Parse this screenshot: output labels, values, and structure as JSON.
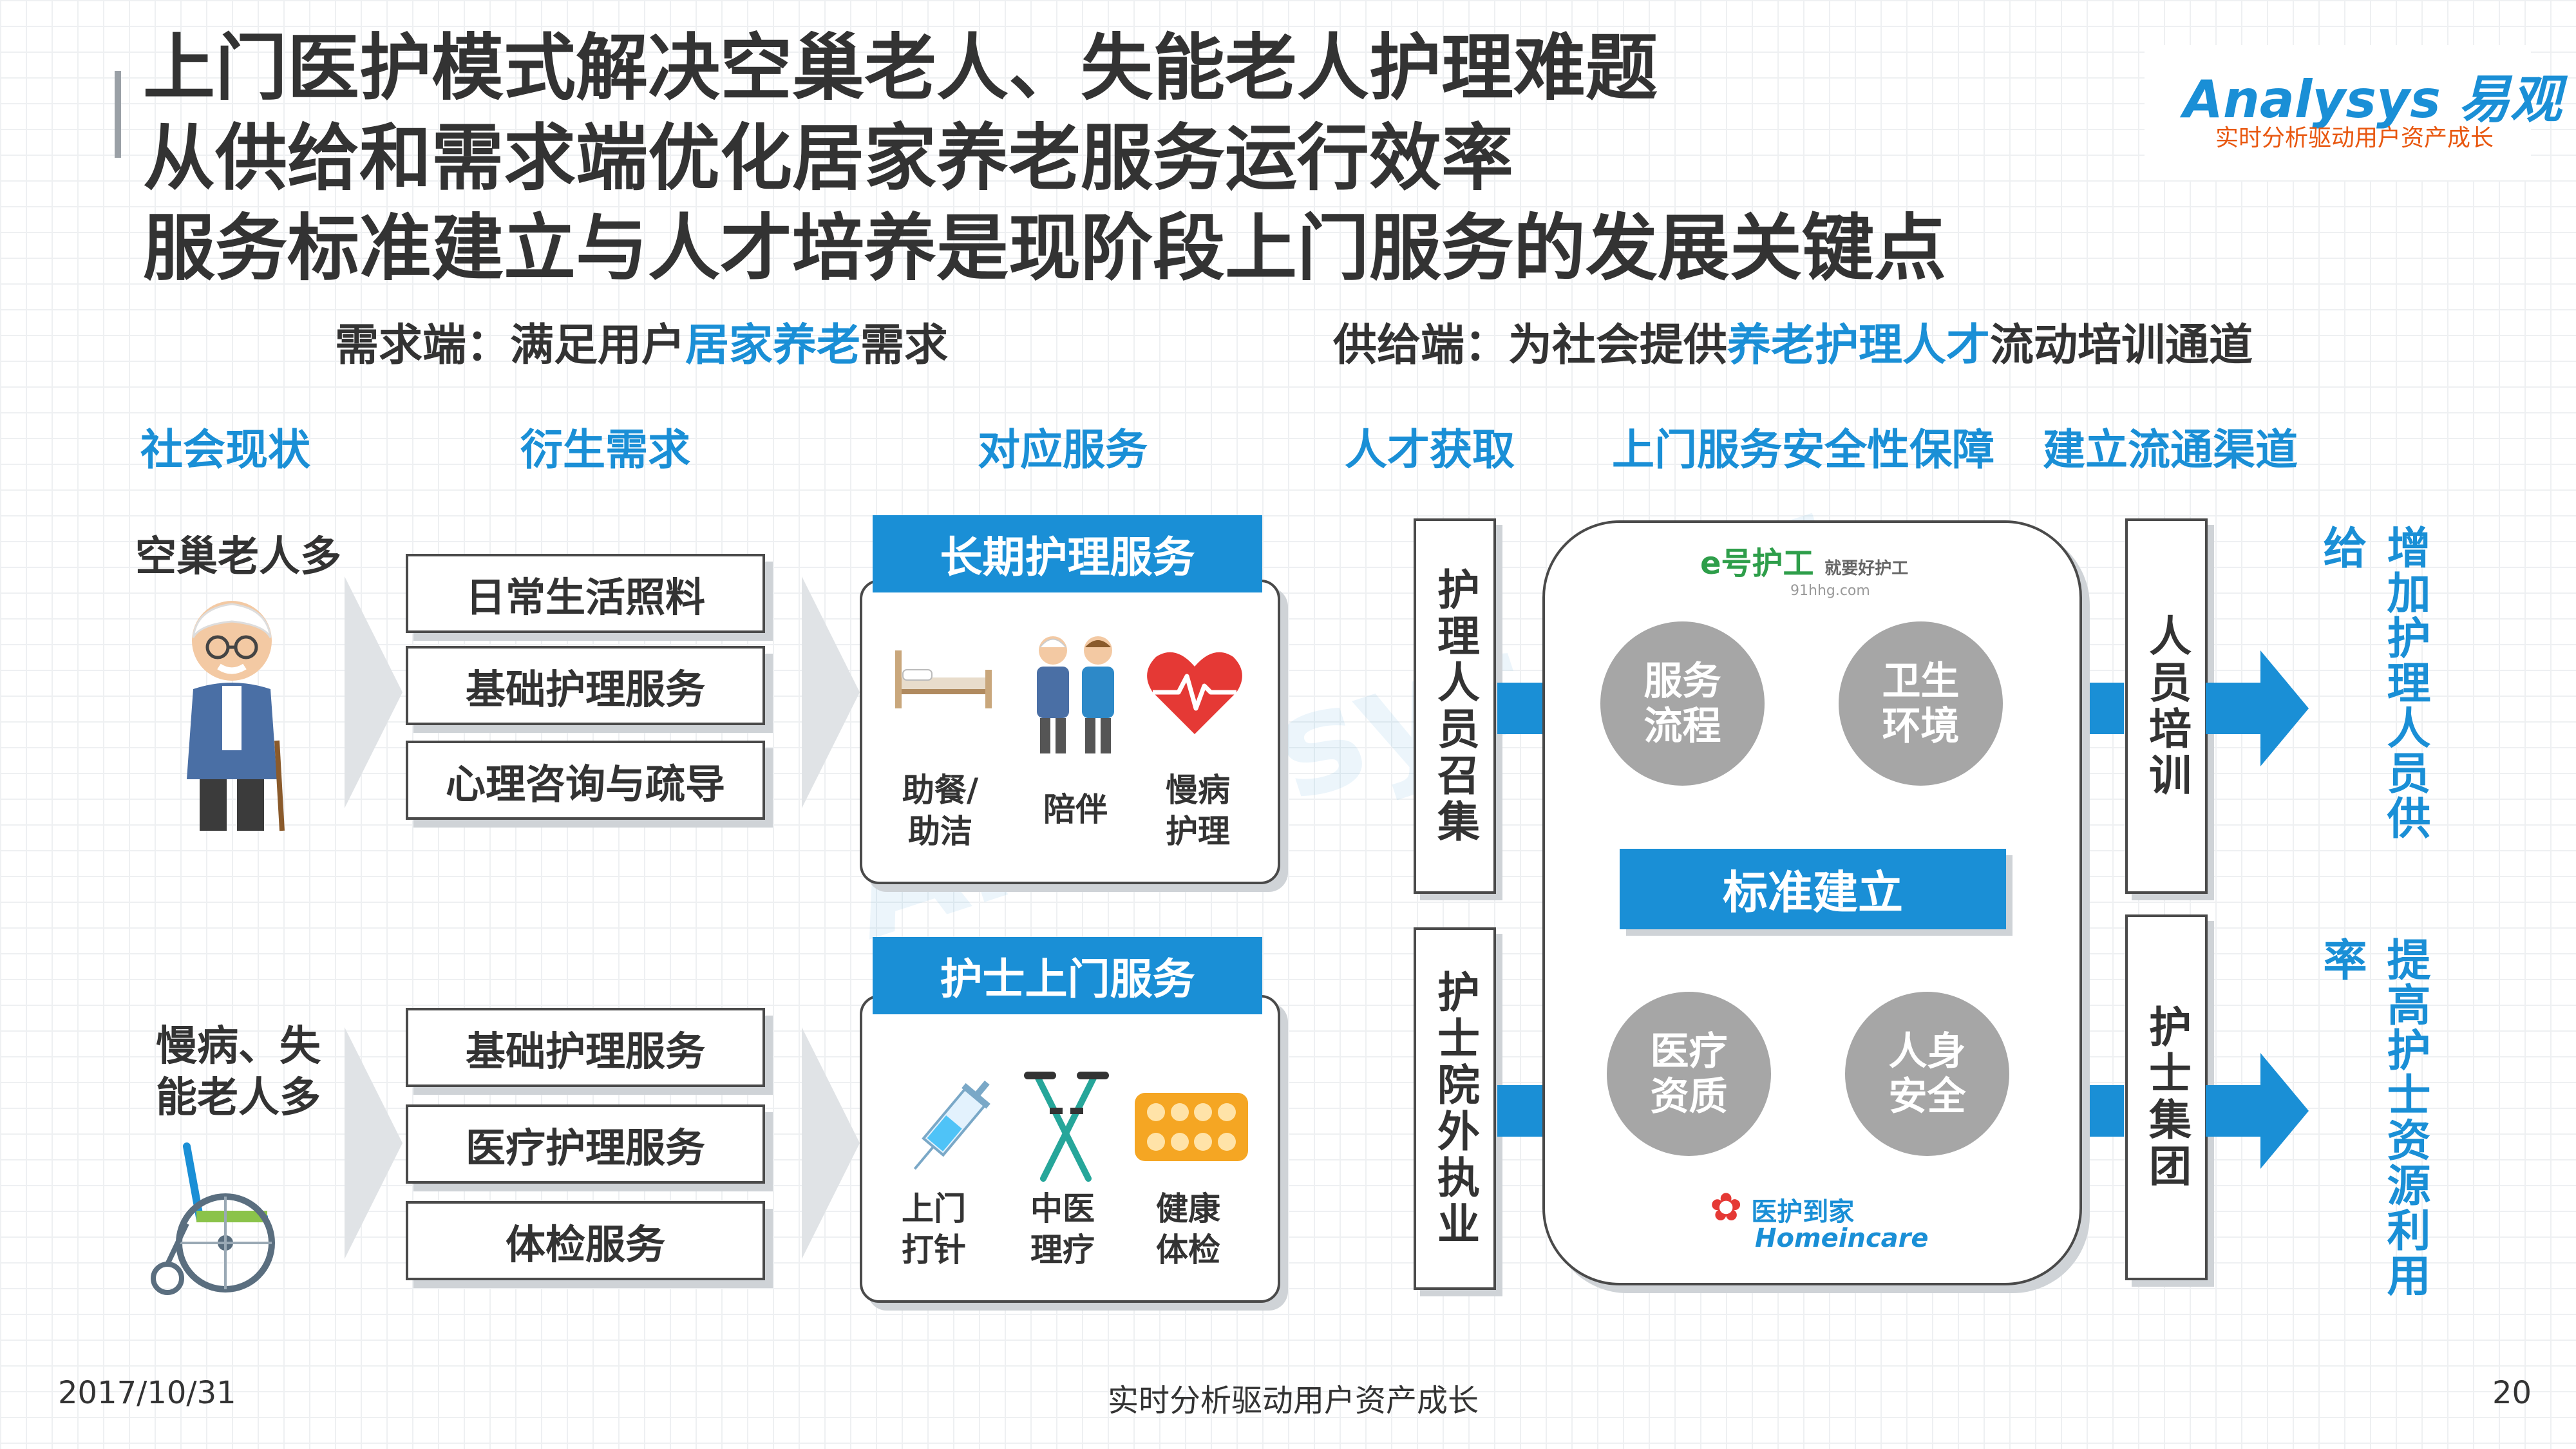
{
  "titles": [
    "上门医护模式解决空巢老人、失能老人护理难题",
    "从供给和需求端优化居家养老服务运行效率",
    "服务标准建立与人才培养是现阶段上门服务的发展关键点"
  ],
  "logo": {
    "main": "Analysys 易观",
    "sub": "实时分析驱动用户资产成长"
  },
  "demand": {
    "prefix": "需求端：满足用户",
    "highlight": "居家养老",
    "suffix": "需求"
  },
  "supply": {
    "prefix": "供给端：为社会提供",
    "highlight": "养老护理人才",
    "suffix": "流动培训通道"
  },
  "columns": [
    "社会现状",
    "衍生需求",
    "对应服务",
    "人才获取",
    "上门服务安全性保障",
    "建立流通渠道"
  ],
  "status": {
    "top": "空巢老人多",
    "bottom_line1": "慢病、失",
    "bottom_line2": "能老人多"
  },
  "needs_top": [
    "日常生活照料",
    "基础护理服务",
    "心理咨询与疏导"
  ],
  "needs_bottom": [
    "基础护理服务",
    "医疗护理服务",
    "体检服务"
  ],
  "services": {
    "long_term": {
      "title": "长期护理服务",
      "items": [
        {
          "line1": "助餐/",
          "line2": "助洁",
          "icon": "bed-icon"
        },
        {
          "line1": "陪伴",
          "line2": "",
          "icon": "elderly-couple-icon"
        },
        {
          "line1": "慢病",
          "line2": "护理",
          "icon": "heart-pulse-icon"
        }
      ]
    },
    "nurse_visit": {
      "title": "护士上门服务",
      "items": [
        {
          "line1": "上门",
          "line2": "打针",
          "icon": "syringe-icon"
        },
        {
          "line1": "中医",
          "line2": "理疗",
          "icon": "crutches-icon"
        },
        {
          "line1": "健康",
          "line2": "体检",
          "icon": "pill-pack-icon"
        }
      ]
    }
  },
  "talent": {
    "top": "护理人员召集",
    "bottom": "护士院外执业"
  },
  "platform": {
    "partner_top": {
      "name": "e号护工",
      "slogan": "就要好护工",
      "url": "91hhg.com"
    },
    "circles": [
      {
        "line1": "服务",
        "line2": "流程"
      },
      {
        "line1": "卫生",
        "line2": "环境"
      },
      {
        "line1": "医疗",
        "line2": "资质"
      },
      {
        "line1": "人身",
        "line2": "安全"
      }
    ],
    "standard": "标准建立",
    "partner_bottom": {
      "name": "医护到家",
      "brand": "Homeincare"
    }
  },
  "channels": {
    "top": "人员培训",
    "bottom": "护士集团"
  },
  "outcomes": {
    "top": "增加护理人员供给",
    "bottom": "提高护士资源利用率"
  },
  "footer": {
    "date": "2017/10/31",
    "slogan": "实时分析驱动用户资产成长",
    "page": "20"
  },
  "colors": {
    "accent": "#1a8fd6",
    "gray_circle": "#a6a6a6",
    "chevron": "#e0e3e6",
    "logo_orange": "#e8570f"
  }
}
